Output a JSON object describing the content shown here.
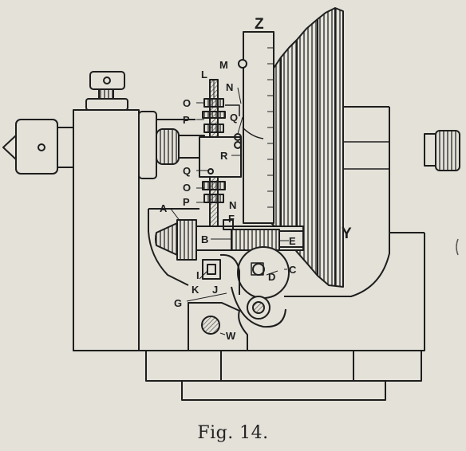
{
  "figure": {
    "caption": "Fig. 14.",
    "labels": {
      "Z": "Z",
      "M": "M",
      "L": "L",
      "N_top": "N",
      "O_top": "O",
      "P_top": "P",
      "Q_top": "Q",
      "R": "R",
      "Q_mid": "Q",
      "O_mid": "O",
      "P_mid": "P",
      "N_mid": "N",
      "A": "A",
      "F": "F",
      "B": "B",
      "E": "E",
      "Y": "Y",
      "C": "C",
      "D": "D",
      "I": "I",
      "K": "K",
      "J": "J",
      "G": "G",
      "W": "W"
    },
    "colors": {
      "paper": "#e3e1d8",
      "ink": "#1e1e1e",
      "hatch": "#3a3a3a"
    }
  }
}
